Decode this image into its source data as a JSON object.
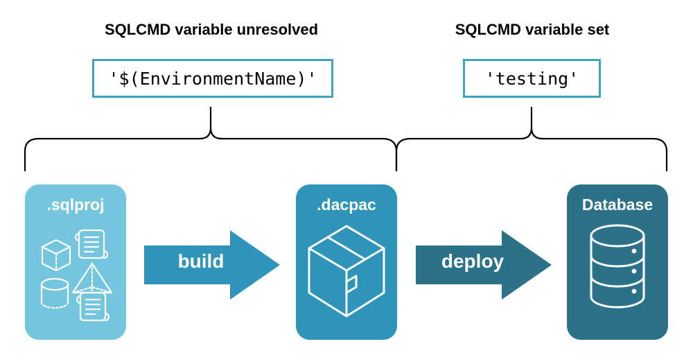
{
  "diagram": {
    "title_left": "SQLCMD variable unresolved",
    "title_right": "SQLCMD variable set",
    "code_left": "'$(EnvironmentName)'",
    "code_right": "'testing'",
    "stages": [
      {
        "id": "sqlproj",
        "label": ".sqlproj",
        "color": "#74c5de",
        "icons": [
          "cube-icon",
          "script-scroll-icon",
          "pyramid-icon",
          "cylinder-icon",
          "script-scroll-icon"
        ]
      },
      {
        "id": "dacpac",
        "label": ".dacpac",
        "color": "#2e94b9",
        "icons": [
          "package-box-icon"
        ]
      },
      {
        "id": "database",
        "label": "Database",
        "color": "#2b7289",
        "icons": [
          "database-cylinder-icon"
        ]
      }
    ],
    "arrows": [
      {
        "id": "build",
        "label": "build",
        "color": "#2e94b9"
      },
      {
        "id": "deploy",
        "label": "deploy",
        "color": "#2b7289"
      }
    ],
    "code_box_border_color": "#3fa3c4",
    "brace_color": "#000000",
    "background": "#ffffff"
  }
}
